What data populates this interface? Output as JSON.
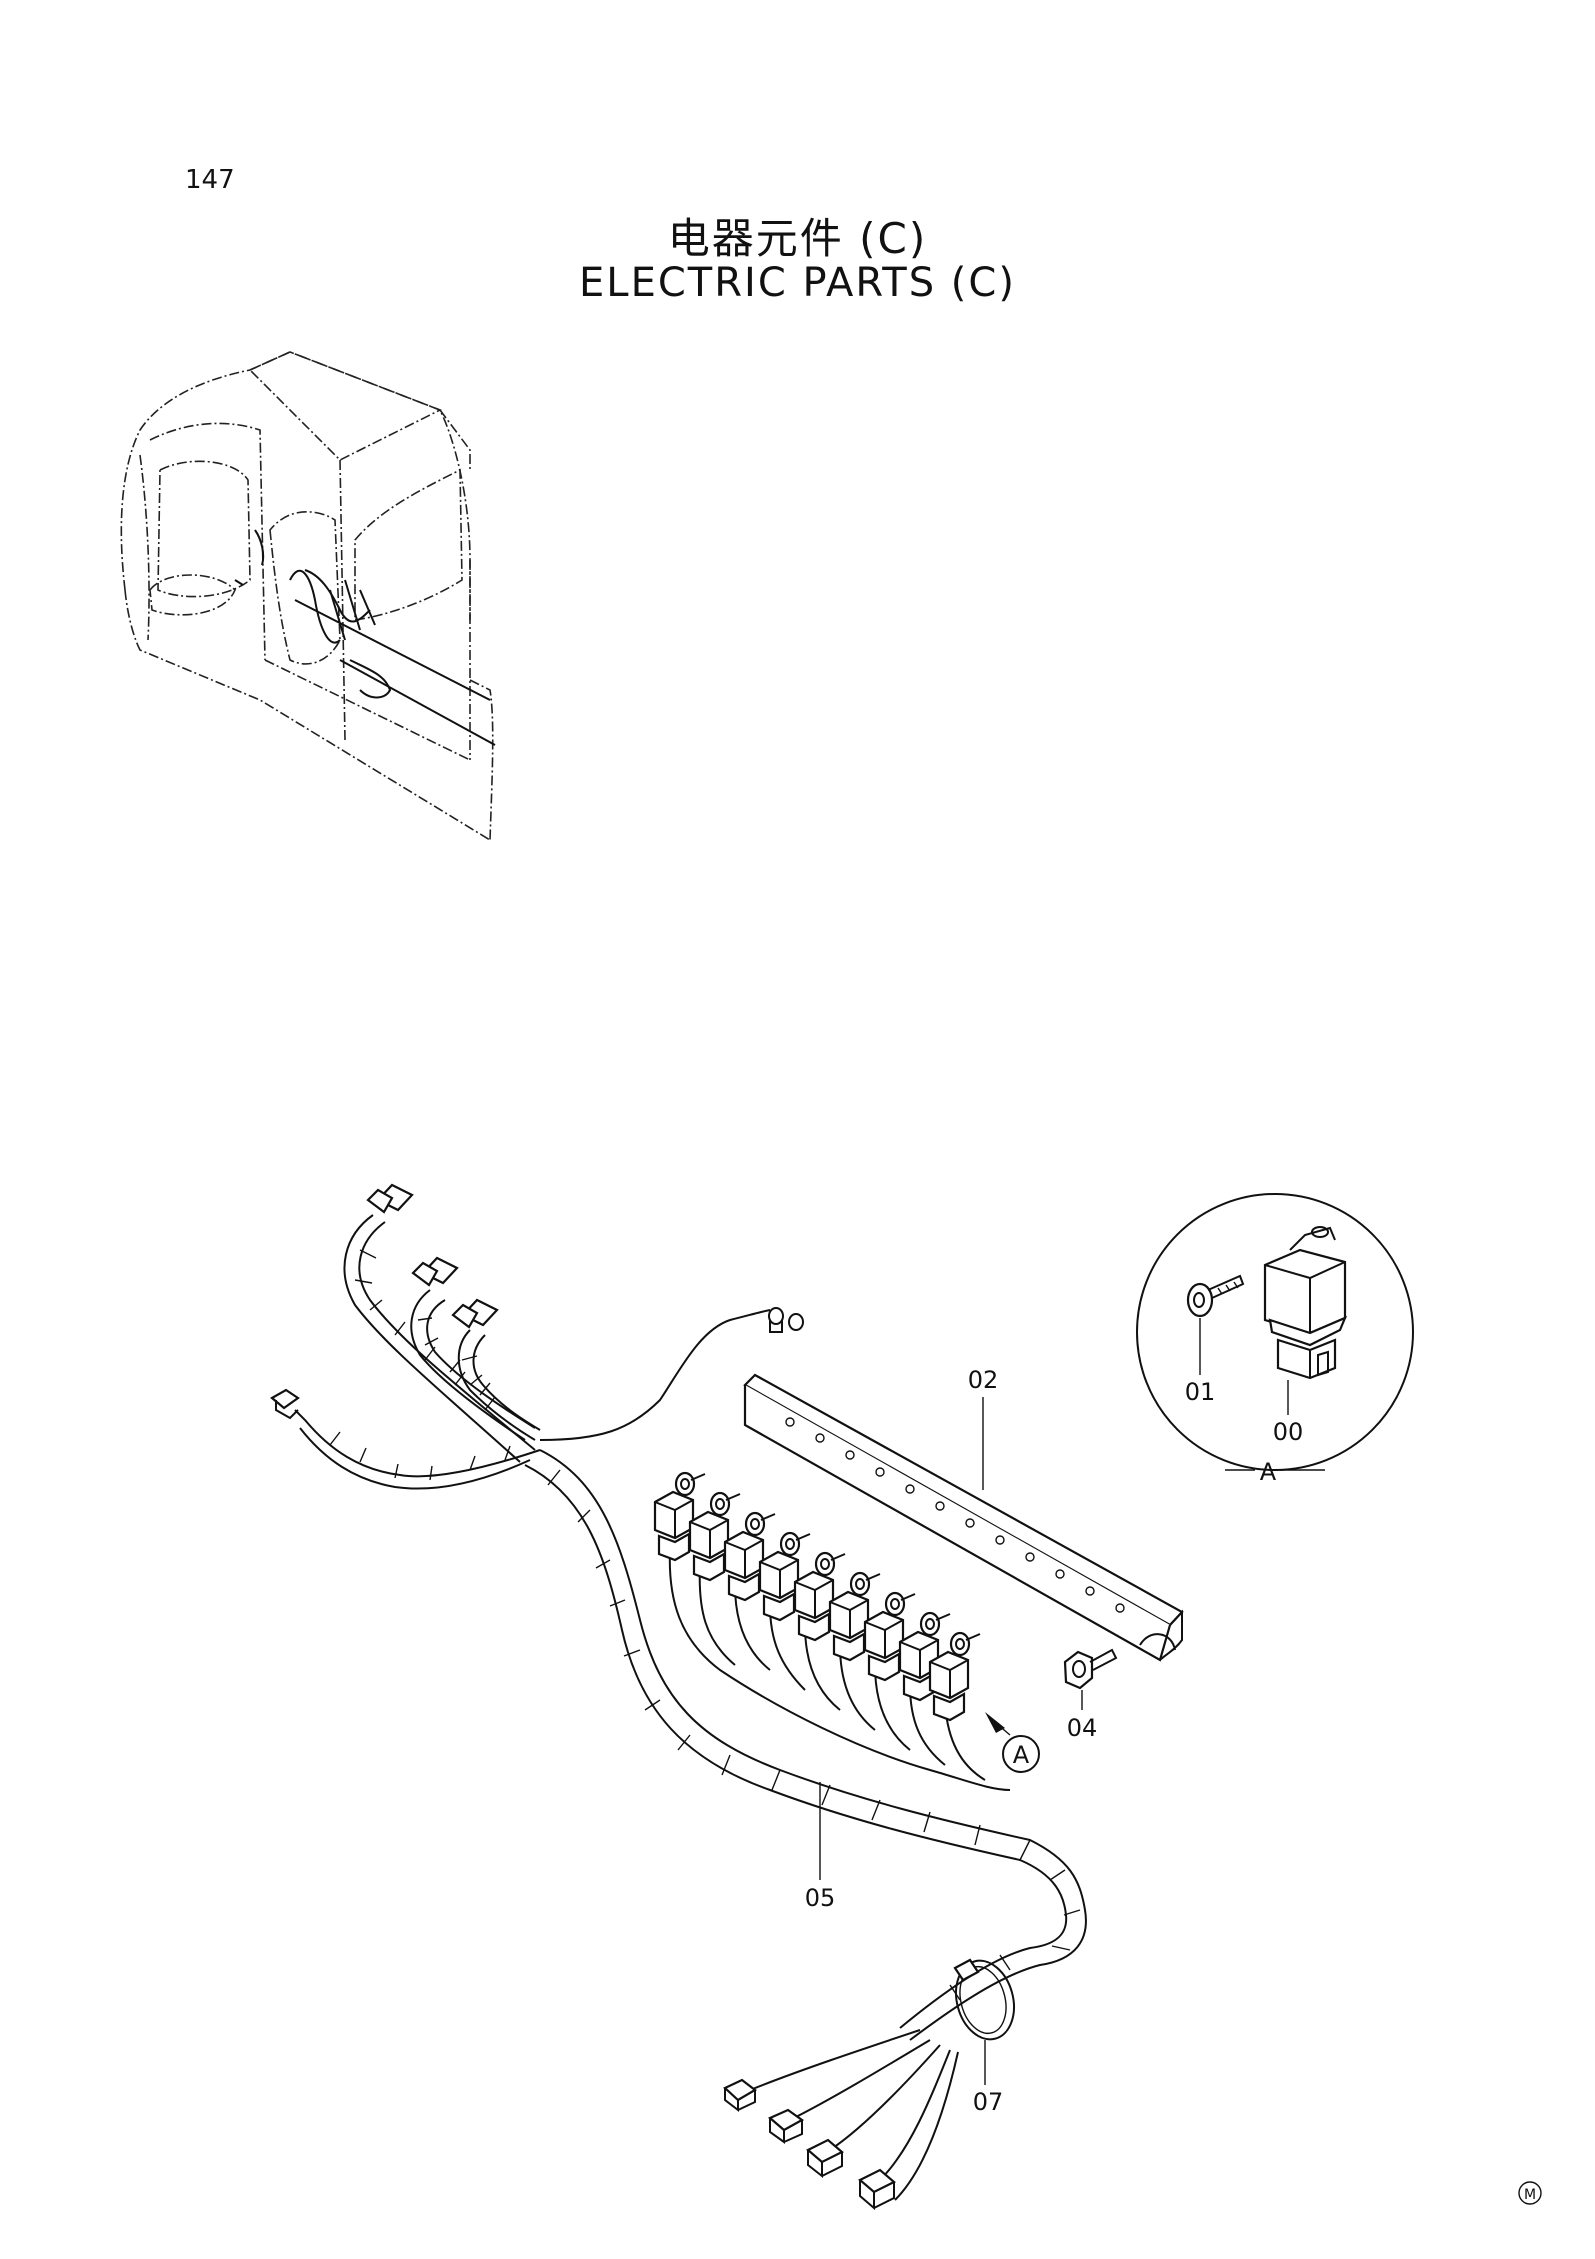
{
  "page_number": "147",
  "title_cn": "电器元件 (C)",
  "title_en": "ELECTRIC PARTS (C)",
  "detail_label": "A",
  "callout_label": "A",
  "parts": [
    {
      "key": "p00",
      "label": "00"
    },
    {
      "key": "p01",
      "label": "01"
    },
    {
      "key": "p02",
      "label": "02"
    },
    {
      "key": "p04",
      "label": "04"
    },
    {
      "key": "p05",
      "label": "05"
    },
    {
      "key": "p07",
      "label": "07"
    }
  ],
  "mark": "M"
}
